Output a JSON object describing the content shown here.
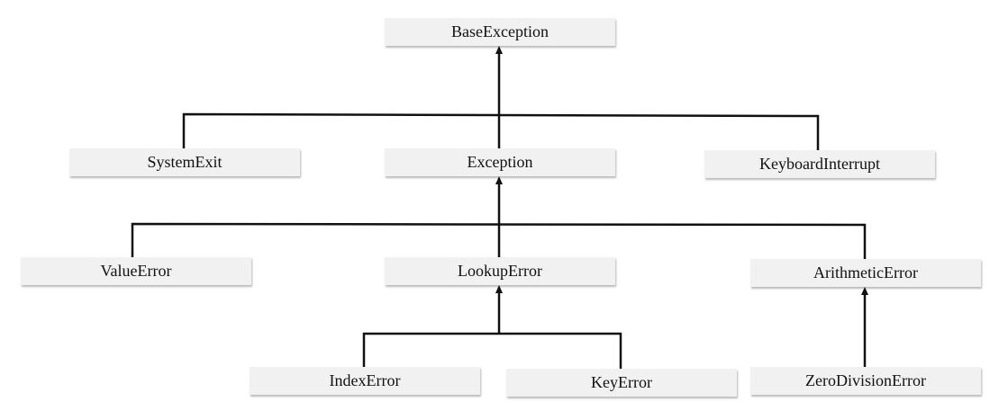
{
  "diagram": {
    "type": "class-hierarchy",
    "nodes": {
      "base_exception": "BaseException",
      "system_exit": "SystemExit",
      "exception": "Exception",
      "keyboard_interrupt": "KeyboardInterrupt",
      "value_error": "ValueError",
      "lookup_error": "LookupError",
      "arithmetic_error": "ArithmeticError",
      "index_error": "IndexError",
      "key_error": "KeyError",
      "zero_division_error": "ZeroDivisionError"
    },
    "edges": [
      {
        "child": "SystemExit",
        "parent": "BaseException"
      },
      {
        "child": "Exception",
        "parent": "BaseException"
      },
      {
        "child": "KeyboardInterrupt",
        "parent": "BaseException"
      },
      {
        "child": "ValueError",
        "parent": "Exception"
      },
      {
        "child": "LookupError",
        "parent": "Exception"
      },
      {
        "child": "ArithmeticError",
        "parent": "Exception"
      },
      {
        "child": "IndexError",
        "parent": "LookupError"
      },
      {
        "child": "KeyError",
        "parent": "LookupError"
      },
      {
        "child": "ZeroDivisionError",
        "parent": "ArithmeticError"
      }
    ],
    "colors": {
      "node_fill": "#f1f1f1",
      "line": "#111111"
    }
  }
}
